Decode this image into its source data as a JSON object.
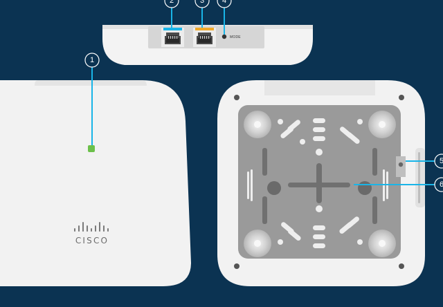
{
  "callouts": [
    {
      "id": "1",
      "label": "1"
    },
    {
      "id": "2",
      "label": "2"
    },
    {
      "id": "3",
      "label": "3"
    },
    {
      "id": "4",
      "label": "4"
    },
    {
      "id": "5",
      "label": "5"
    },
    {
      "id": "6",
      "label": "6"
    }
  ],
  "ports": {
    "mode_label": "MODE"
  },
  "front": {
    "brand": "CISCO",
    "led_color": "#6cc04a"
  },
  "colors": {
    "background": "#0b3352",
    "callout_line": "#19b5e8",
    "device_body": "#f2f2f2",
    "mount_plate": "#9a9a9a"
  }
}
